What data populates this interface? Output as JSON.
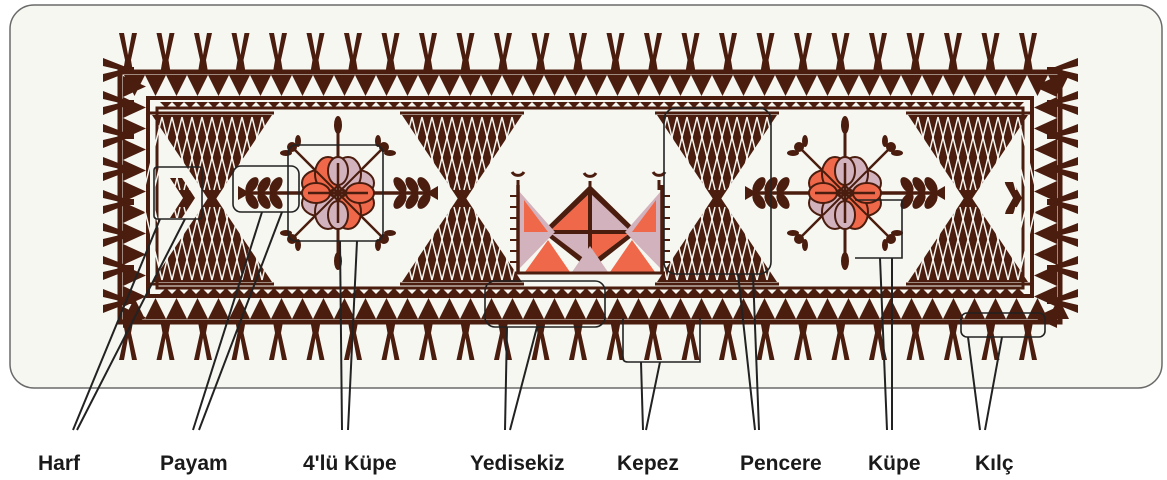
{
  "colors": {
    "panel": "#f7f7f2",
    "outline": "#6a6a6a",
    "brown": "#4a1d0e",
    "coral": "#f0684a",
    "pink": "#d2b2bc",
    "label": "#1a1a1a"
  },
  "labels": {
    "harf": "Harf",
    "payam": "Payam",
    "dortlu_kupe": "4'lü Küpe",
    "yedisekiz": "Yedisekiz",
    "kepez": "Kepez",
    "pencere": "Pencere",
    "kupe": "Küpe",
    "kilc": "Kılç"
  }
}
